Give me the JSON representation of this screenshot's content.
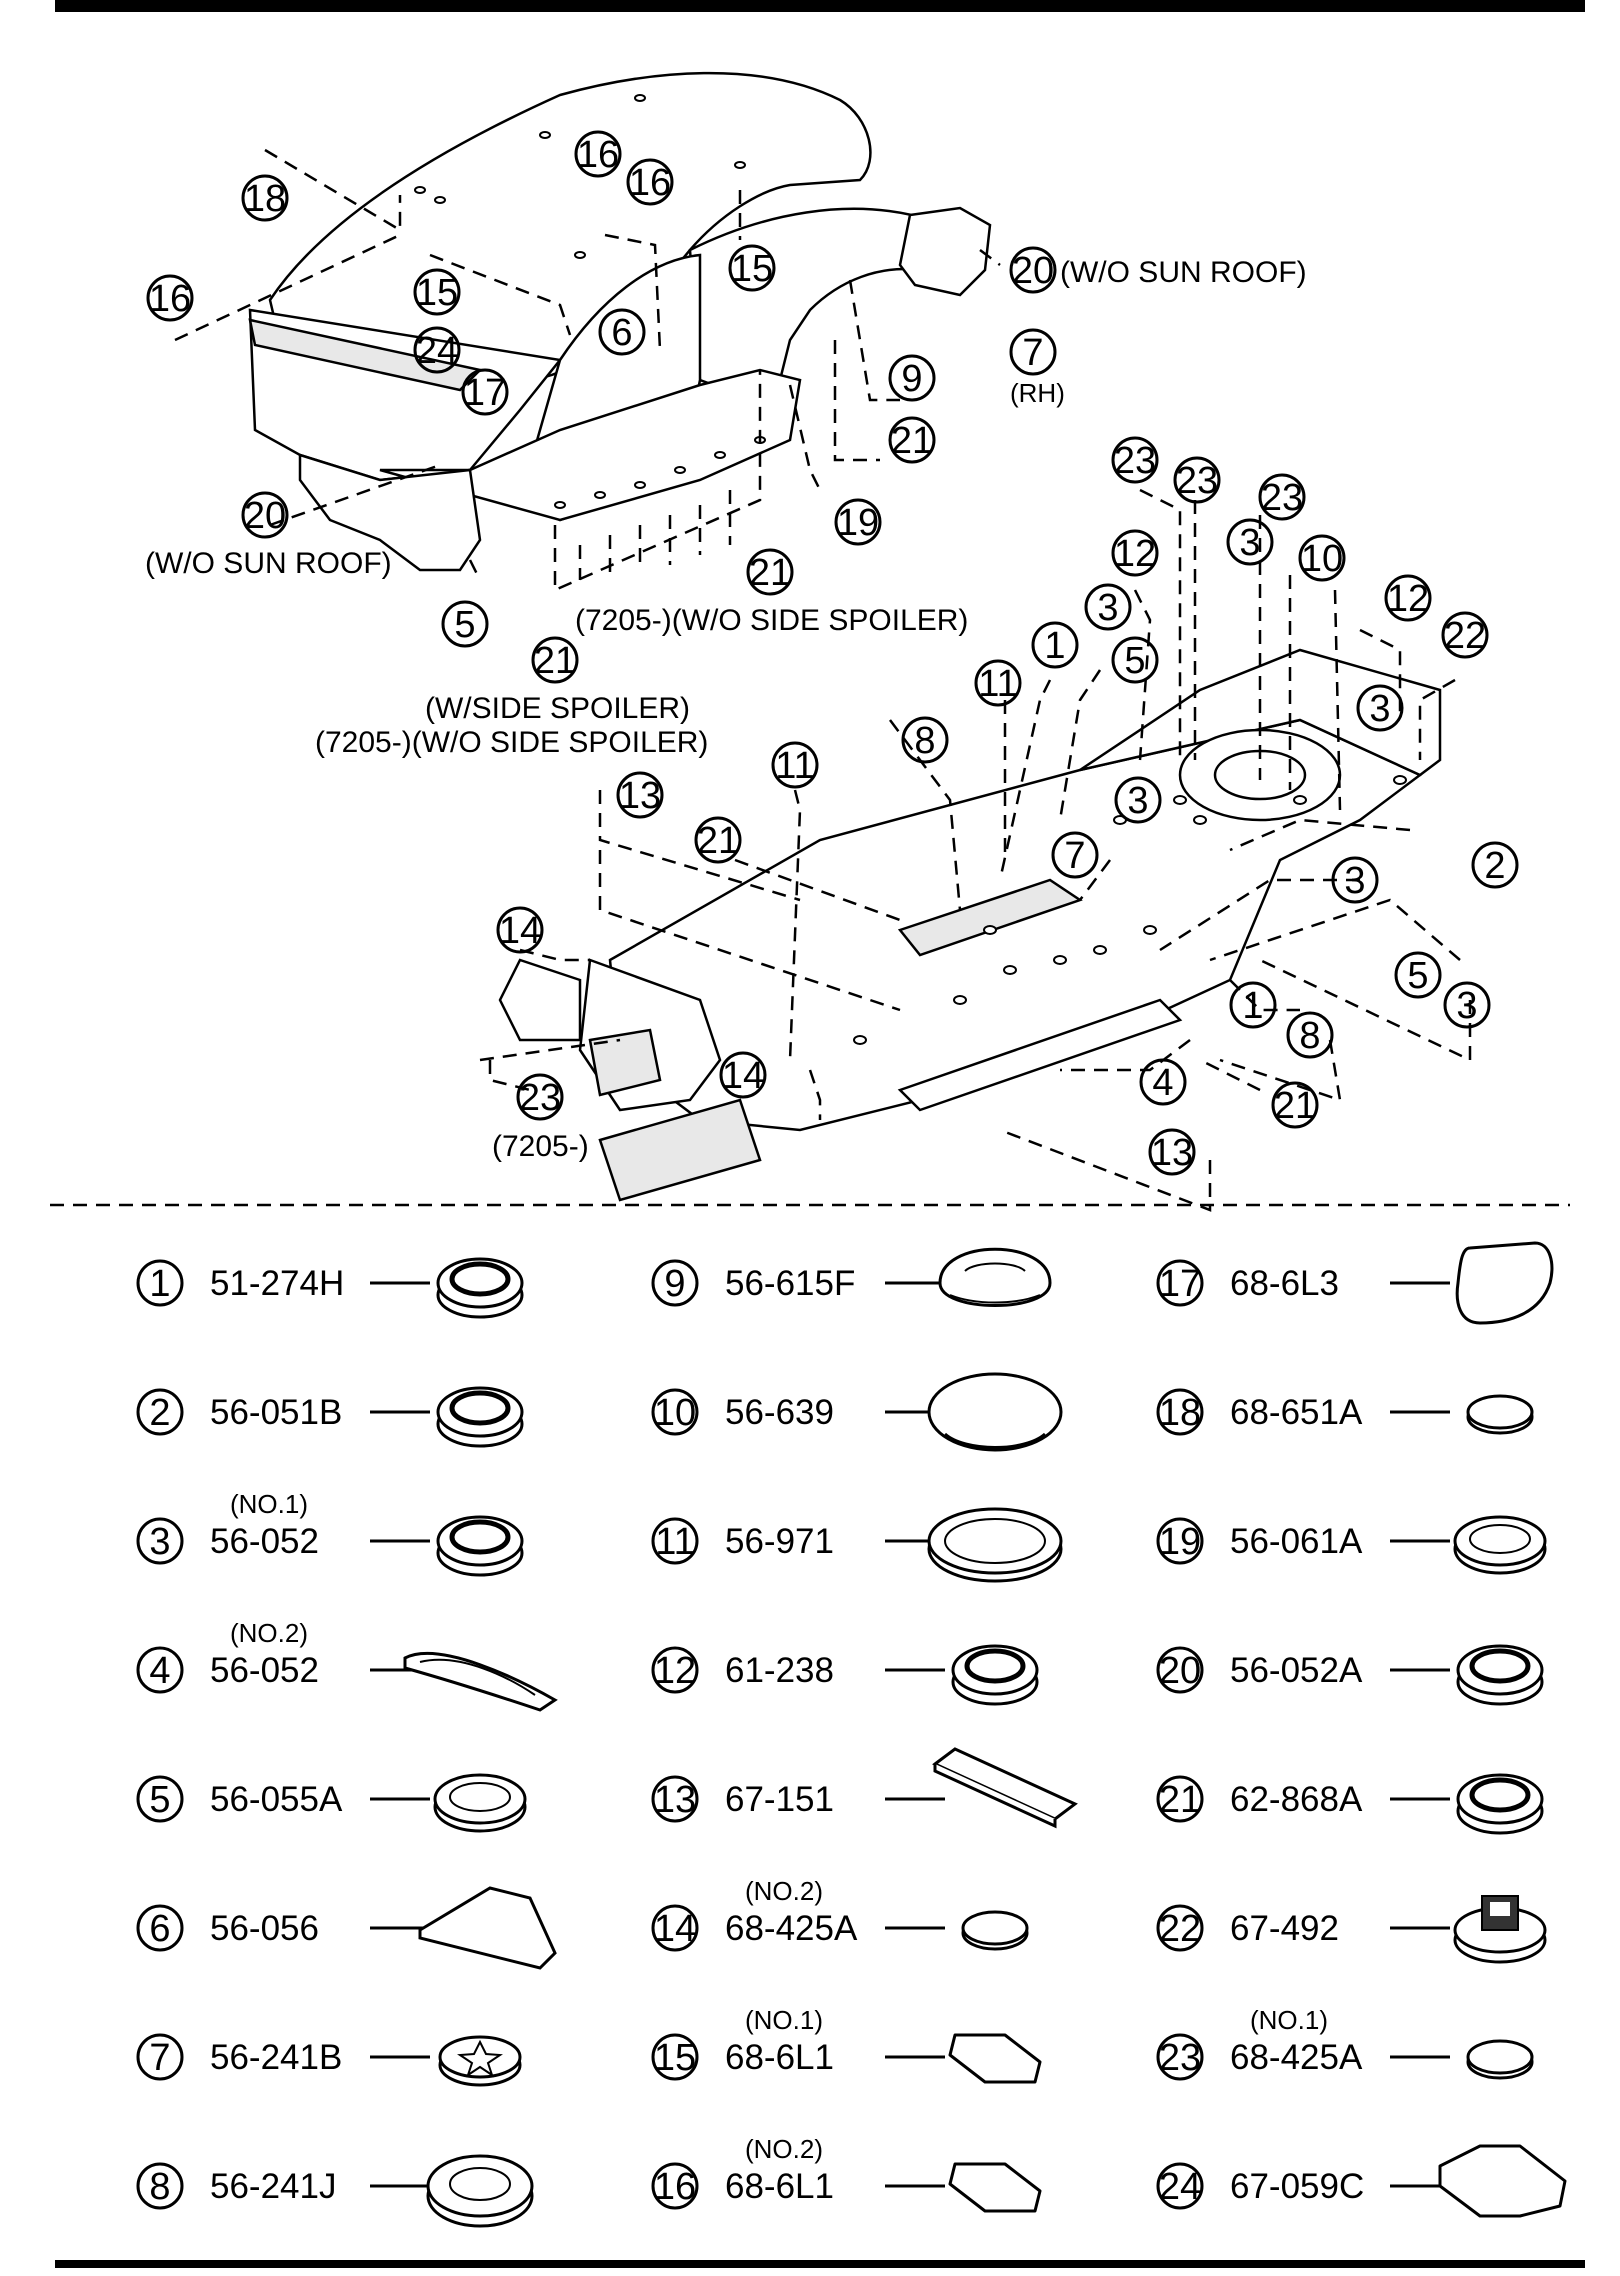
{
  "diagram": {
    "upper_callouts": [
      "16",
      "16",
      "18",
      "16",
      "15",
      "15",
      "24",
      "6",
      "17",
      "20",
      "5",
      "20",
      "7",
      "9",
      "21",
      "19",
      "21",
      "21"
    ],
    "lower_callouts": [
      "23",
      "23",
      "23",
      "12",
      "3",
      "10",
      "12",
      "22",
      "3",
      "1",
      "5",
      "3",
      "11",
      "8",
      "11",
      "13",
      "21",
      "3",
      "7",
      "3",
      "2",
      "14",
      "14",
      "23",
      "5",
      "3",
      "1",
      "8",
      "4",
      "21",
      "13"
    ],
    "annotations": {
      "wo_sun_roof_right": "(W/O SUN ROOF)",
      "rh": "(RH)",
      "wo_sun_roof_left": "(W/O SUN ROOF)",
      "side_spoiler_1": "(7205-)(W/O SIDE SPOILER)",
      "w_side_spoiler": "(W/SIDE SPOILER)",
      "side_spoiler_2": "(7205-)(W/O SIDE SPOILER)",
      "serial_7205": "(7205-)"
    }
  },
  "parts": [
    {
      "no": "1",
      "code": "51-274H",
      "sub": ""
    },
    {
      "no": "2",
      "code": "56-051B",
      "sub": ""
    },
    {
      "no": "3",
      "code": "56-052",
      "sub": "(NO.1)"
    },
    {
      "no": "4",
      "code": "56-052",
      "sub": "(NO.2)"
    },
    {
      "no": "5",
      "code": "56-055A",
      "sub": ""
    },
    {
      "no": "6",
      "code": "56-056",
      "sub": ""
    },
    {
      "no": "7",
      "code": "56-241B",
      "sub": ""
    },
    {
      "no": "8",
      "code": "56-241J",
      "sub": ""
    },
    {
      "no": "9",
      "code": "56-615F",
      "sub": ""
    },
    {
      "no": "10",
      "code": "56-639",
      "sub": ""
    },
    {
      "no": "11",
      "code": "56-971",
      "sub": ""
    },
    {
      "no": "12",
      "code": "61-238",
      "sub": ""
    },
    {
      "no": "13",
      "code": "67-151",
      "sub": ""
    },
    {
      "no": "14",
      "code": "68-425A",
      "sub": "(NO.2)"
    },
    {
      "no": "15",
      "code": "68-6L1",
      "sub": "(NO.1)"
    },
    {
      "no": "16",
      "code": "68-6L1",
      "sub": "(NO.2)"
    },
    {
      "no": "17",
      "code": "68-6L3",
      "sub": ""
    },
    {
      "no": "18",
      "code": "68-651A",
      "sub": ""
    },
    {
      "no": "19",
      "code": "56-061A",
      "sub": ""
    },
    {
      "no": "20",
      "code": "56-052A",
      "sub": ""
    },
    {
      "no": "21",
      "code": "62-868A",
      "sub": ""
    },
    {
      "no": "22",
      "code": "67-492",
      "sub": ""
    },
    {
      "no": "23",
      "code": "68-425A",
      "sub": "(NO.1)"
    },
    {
      "no": "24",
      "code": "67-059C",
      "sub": ""
    }
  ]
}
